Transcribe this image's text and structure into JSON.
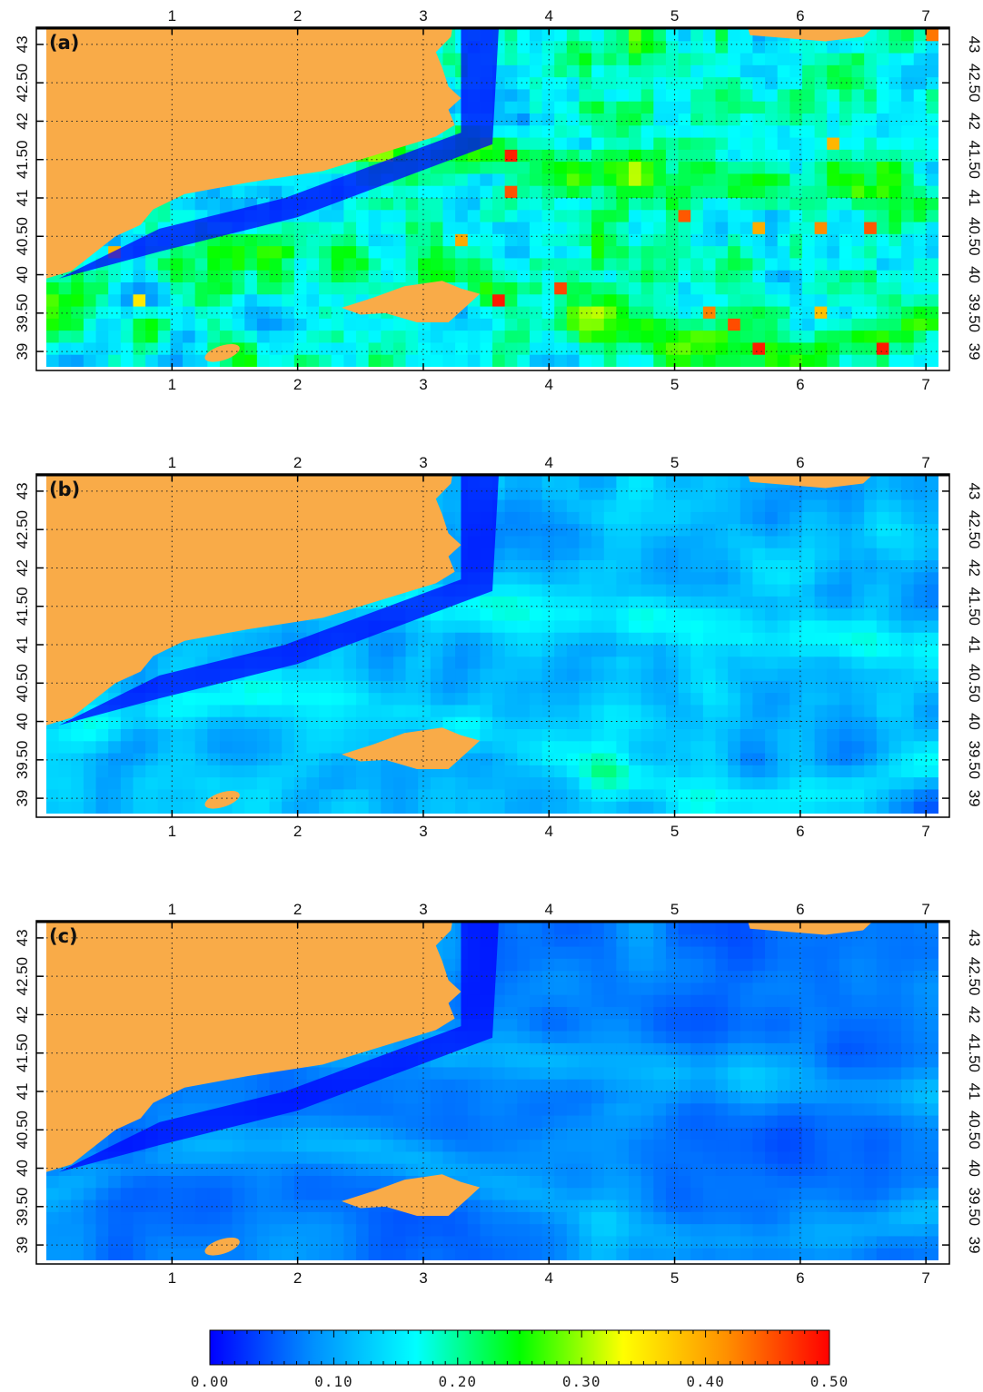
{
  "colors": {
    "land": "#f9ab48",
    "frame": "#000000",
    "grid": "#222222",
    "colormap": [
      "#0000ff",
      "#0090ff",
      "#00ffff",
      "#00ff00",
      "#ffff00",
      "#ff9000",
      "#ff0000"
    ]
  },
  "panels": [
    {
      "label": "(a)",
      "style": "noisy",
      "mean": 0.17,
      "spread": 0.14
    },
    {
      "label": "(b)",
      "style": "smooth",
      "mean": 0.11,
      "spread": 0.09
    },
    {
      "label": "(c)",
      "style": "smoother",
      "mean": 0.07,
      "spread": 0.07
    }
  ],
  "axes": {
    "lon_ticks": [
      "1",
      "2",
      "3",
      "4",
      "5",
      "6",
      "7"
    ],
    "lat_ticks": [
      "39",
      "39.50",
      "40",
      "40.50",
      "41",
      "41.50",
      "42",
      "42.50",
      "43"
    ],
    "lon_range": [
      0,
      7.1
    ],
    "lat_range": [
      38.8,
      43.2
    ]
  },
  "colorbar": {
    "ticks": [
      "0.00",
      "0.10",
      "0.20",
      "0.30",
      "0.40",
      "0.50"
    ],
    "range": [
      0,
      0.5
    ]
  },
  "chart_data": {
    "type": "heatmap",
    "x_axis_ticks": [
      1,
      2,
      3,
      4,
      5,
      6,
      7
    ],
    "y_axis_ticks": [
      39,
      39.5,
      40,
      40.5,
      41,
      41.5,
      42,
      42.5,
      43
    ],
    "value_range": [
      0,
      0.5
    ],
    "panels": [
      "(a)",
      "(b)",
      "(c)"
    ],
    "grid": true,
    "legend": "bottom-colorbar"
  }
}
